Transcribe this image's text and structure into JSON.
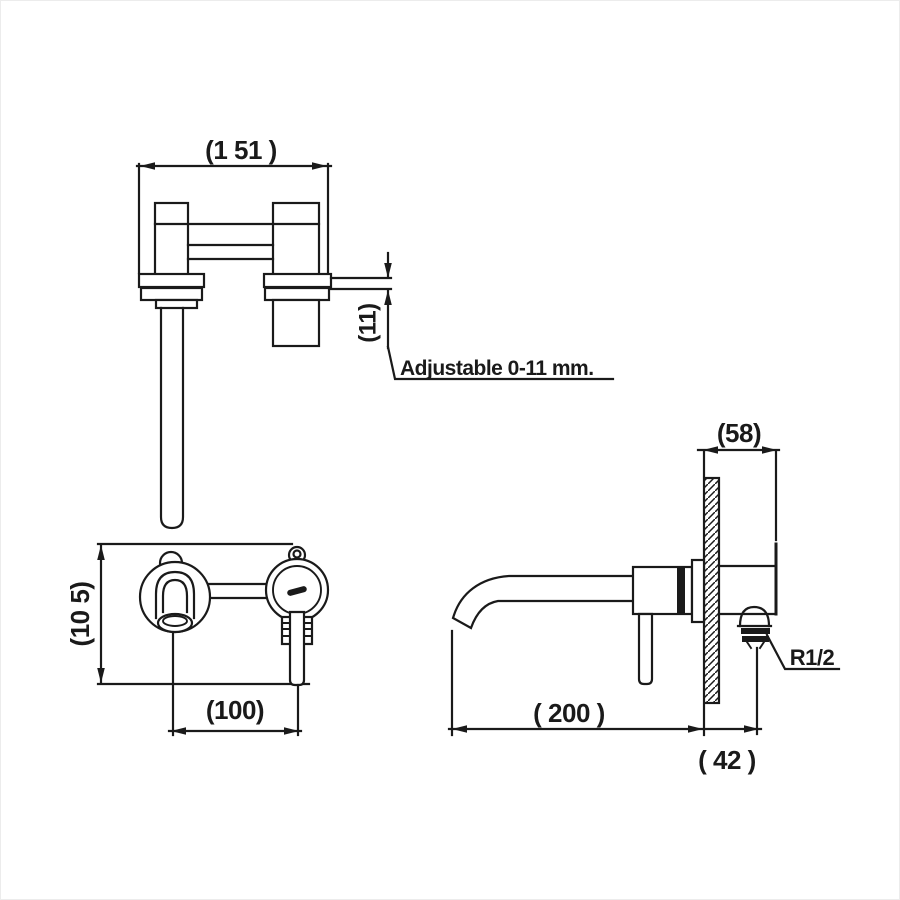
{
  "colors": {
    "line": "#1a1a1a",
    "background": "#ffffff"
  },
  "views": {
    "top": {
      "width_dim": "(1 51 )",
      "adjust_dim": "(11)",
      "adjust_note": "Adjustable 0-11 mm."
    },
    "front": {
      "height_dim": "(10 5)",
      "centers_dim": "(100)"
    },
    "side": {
      "depth_dim": "(58)",
      "reach_dim": "( 200 )",
      "offset_dim": "( 42 )",
      "thread_label": "R1/2"
    }
  }
}
